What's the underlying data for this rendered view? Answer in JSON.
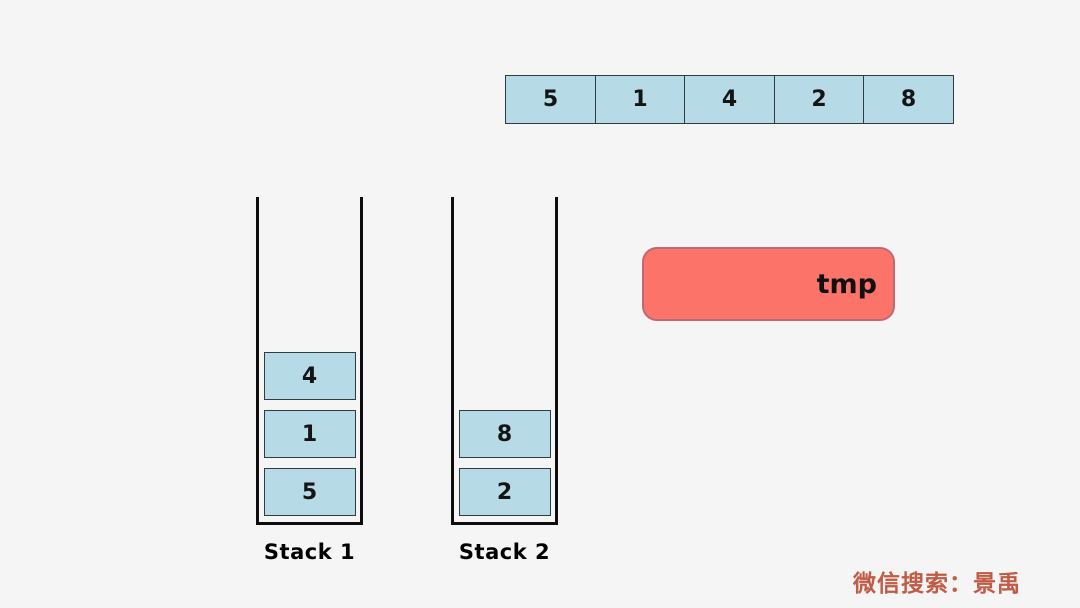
{
  "array": {
    "cells": [
      "5",
      "1",
      "4",
      "2",
      "8"
    ]
  },
  "stacks": [
    {
      "label": "Stack 1",
      "items": [
        "4",
        "1",
        "5"
      ]
    },
    {
      "label": "Stack 2",
      "items": [
        "8",
        "2"
      ]
    }
  ],
  "tmp": {
    "label": "tmp"
  },
  "watermark": {
    "text": "微信搜索：景禹"
  },
  "colors": {
    "background": "#f5f5f6",
    "cell_fill": "#b6dbe7",
    "cell_border": "#2f3b40",
    "stack_outline": "#0d0d0d",
    "tmp_fill": "#fb7369",
    "tmp_border": "#c26874",
    "watermark": "#c05b45"
  }
}
